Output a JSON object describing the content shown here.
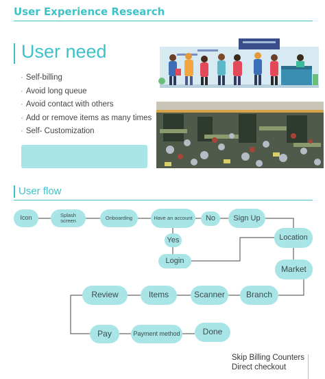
{
  "header": {
    "title": "User Experience Research"
  },
  "user_need": {
    "title": "User need",
    "items": [
      "Self-billing",
      "Avoid long queue",
      "Avoid contact with others",
      "Add or remove items as many times",
      "Self- Customization"
    ]
  },
  "user_flow": {
    "title": "User flow",
    "nodes": {
      "icon": "Icon",
      "splash": "Splash screen",
      "onboarding": "Onboarding",
      "have_account": "Have an account",
      "no": "No",
      "signup": "Sign Up",
      "yes": "Yes",
      "login": "Login",
      "location": "Location",
      "market": "Market",
      "review": "Review",
      "items": "Items",
      "scanner": "Scanner",
      "branch": "Branch",
      "pay": "Pay",
      "payment_method": "Payment method",
      "done": "Done"
    }
  },
  "footer": {
    "line1": "Skip Billing Counters",
    "line2": "Direct checkout"
  },
  "colors": {
    "accent": "#3cc2c8",
    "node_fill": "#a9e5e7",
    "line": "#444444"
  }
}
